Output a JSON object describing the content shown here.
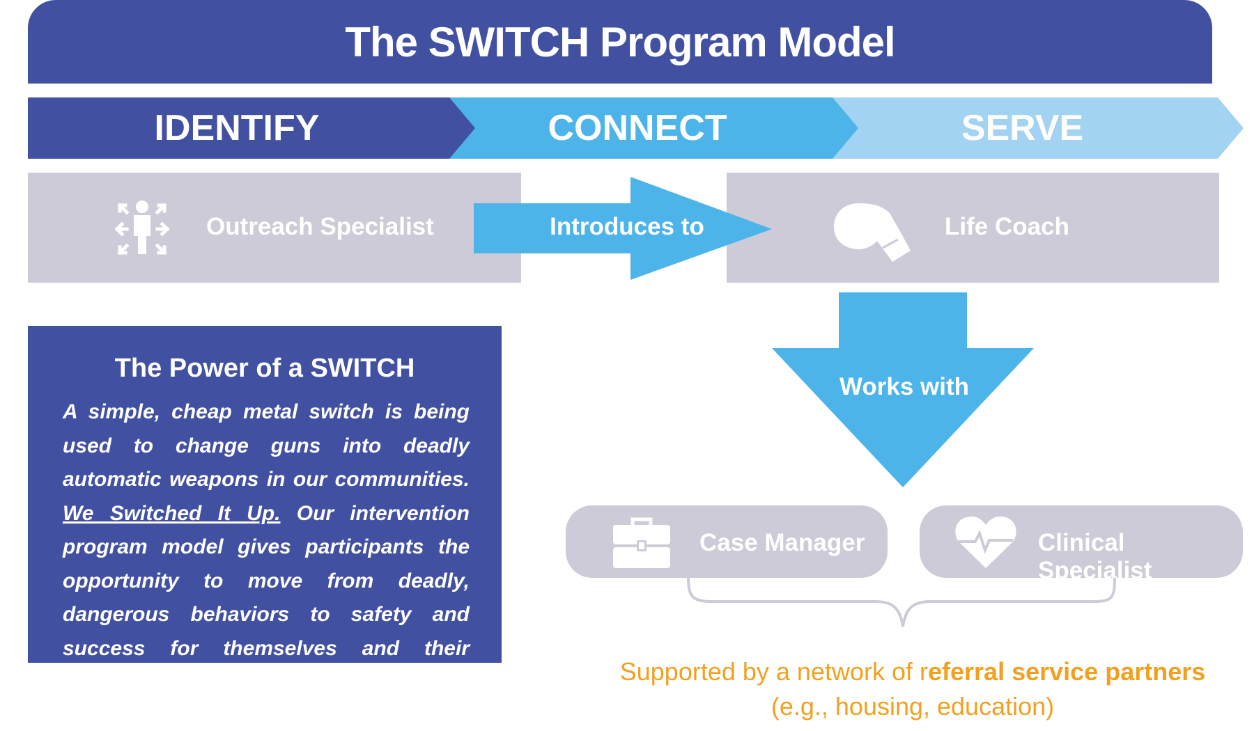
{
  "title": "The SWITCH Program Model",
  "stages": [
    {
      "label": "IDENTIFY",
      "color": "#4150a0"
    },
    {
      "label": "CONNECT",
      "color": "#4cb4e8"
    },
    {
      "label": "SERVE",
      "color": "#a3d3f2"
    }
  ],
  "roles": {
    "outreach": {
      "label": "Outreach Specialist",
      "icon": "person-arrows-icon"
    },
    "life_coach": {
      "label": "Life Coach",
      "icon": "whistle-icon"
    },
    "case_manager": {
      "label": "Case Manager",
      "icon": "briefcase-icon"
    },
    "clinical": {
      "label": "Clinical Specialist",
      "icon": "heart-pulse-icon"
    }
  },
  "connectors": {
    "introduces": "Introduces to",
    "works_with": "Works with"
  },
  "power": {
    "title": "The Power of a SWITCH",
    "text_before": "A simple, cheap metal switch is being used to change guns into deadly automatic weapons in our communities. ",
    "text_link": "We Switched It Up.",
    "text_after": " Our intervention program model gives participants the opportunity to move from deadly, dangerous behaviors to safety and success for themselves and their families."
  },
  "support": {
    "line1_plain": "Supported by a network of r",
    "line1_bold": "eferral service partners",
    "line2": "(e.g., housing, education)"
  },
  "colors": {
    "navy": "#4150a0",
    "blue": "#4cb4e8",
    "light_blue": "#a3d3f2",
    "grey": "#cdcbd7",
    "orange": "#f2a01f"
  }
}
